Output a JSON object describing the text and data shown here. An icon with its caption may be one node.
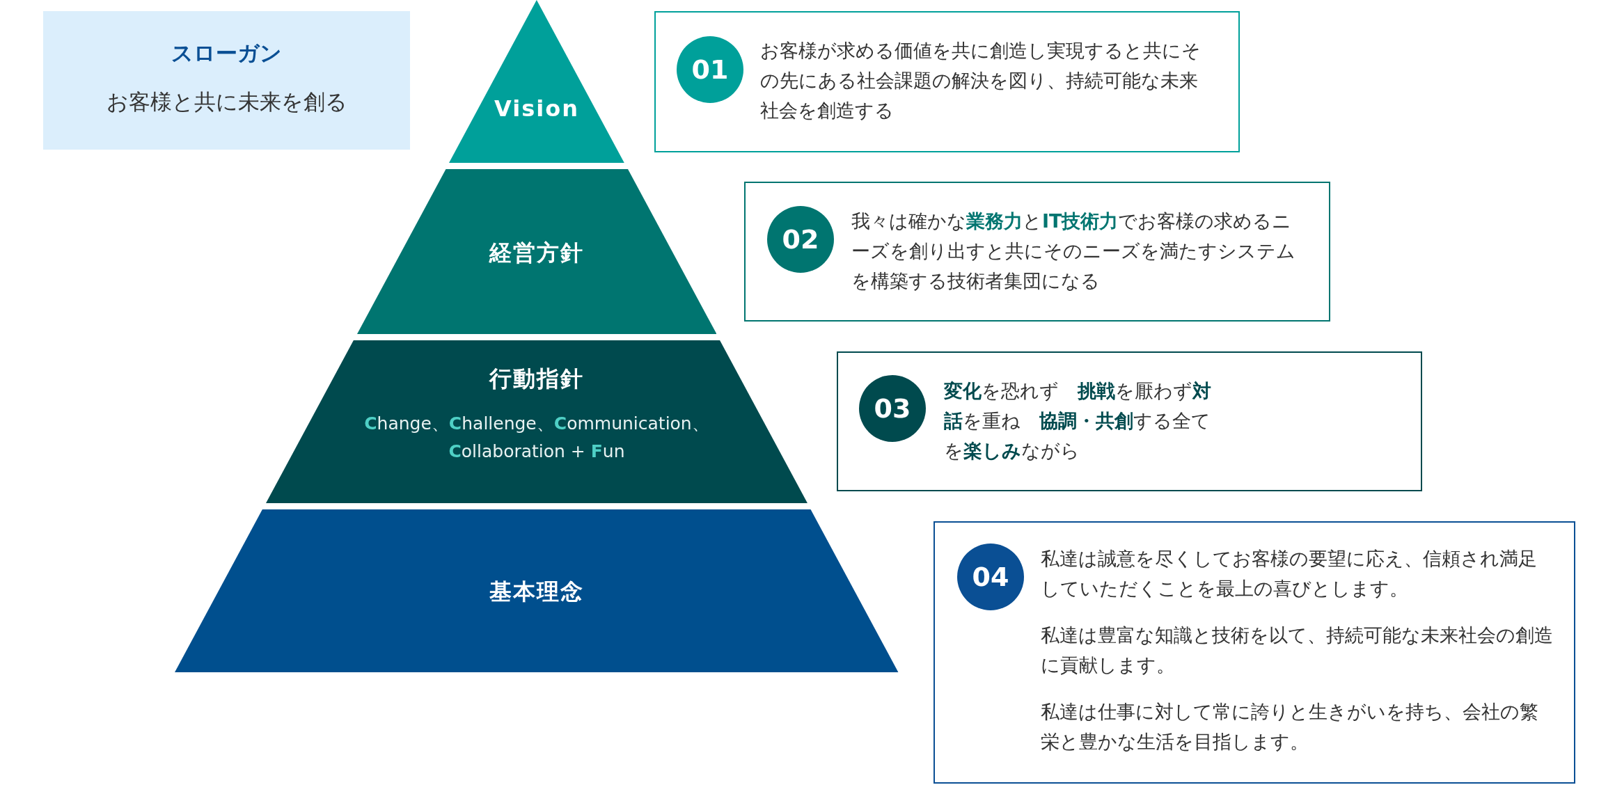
{
  "diagram": {
    "nodes": [
      {
        "text": [
          "スローガン",
          "お客様と共に未来を創る"
        ]
      },
      {
        "text": [
          "Vision"
        ]
      },
      {
        "text": [
          "お客様が求める価値を共に創造し実現すると共にその先にある社会課題の解決を図り、持続可能な未来社会を創造する"
        ]
      },
      {
        "text": [
          "01"
        ],
        "in": 2
      },
      {
        "text": [
          "経営方針"
        ]
      },
      {
        "text": [
          "我々は確かな**業務力**と**IT技術力**でお客様の求めるニーズを創り出すと共にそのニーズを満たすシステムを構築する技術者集団になる"
        ]
      },
      {
        "text": [
          "02"
        ],
        "in": 5
      },
      {
        "text": [
          "行動指針",
          "**C**hange、**C**hallenge、**C**ommunication、**C**ollaboration + **F**un"
        ]
      },
      {
        "text": [
          "**変化**を恐れず　**挑戦**を厭わず**対話**を重ね　**協調・共創**する全てを**楽しみ**ながら"
        ]
      },
      {
        "text": [
          "03"
        ],
        "in": 8
      },
      {
        "text": [
          "基本理念"
        ]
      },
      {
        "text": [
          "私達は誠意を尽くしてお客様の要望に応え、信頼され満足していただくことを最上の喜びとします。",
          "私達は豊富な知識と技術を以て、持続可能な未来社会の創造に貢献します。",
          "私達は仕事に対して常に誇りと生きがいを持ち、会社の繁栄と豊かな生活を目指します。"
        ]
      },
      {
        "text": [
          "04"
        ],
        "in": 11
      }
    ]
  }
}
